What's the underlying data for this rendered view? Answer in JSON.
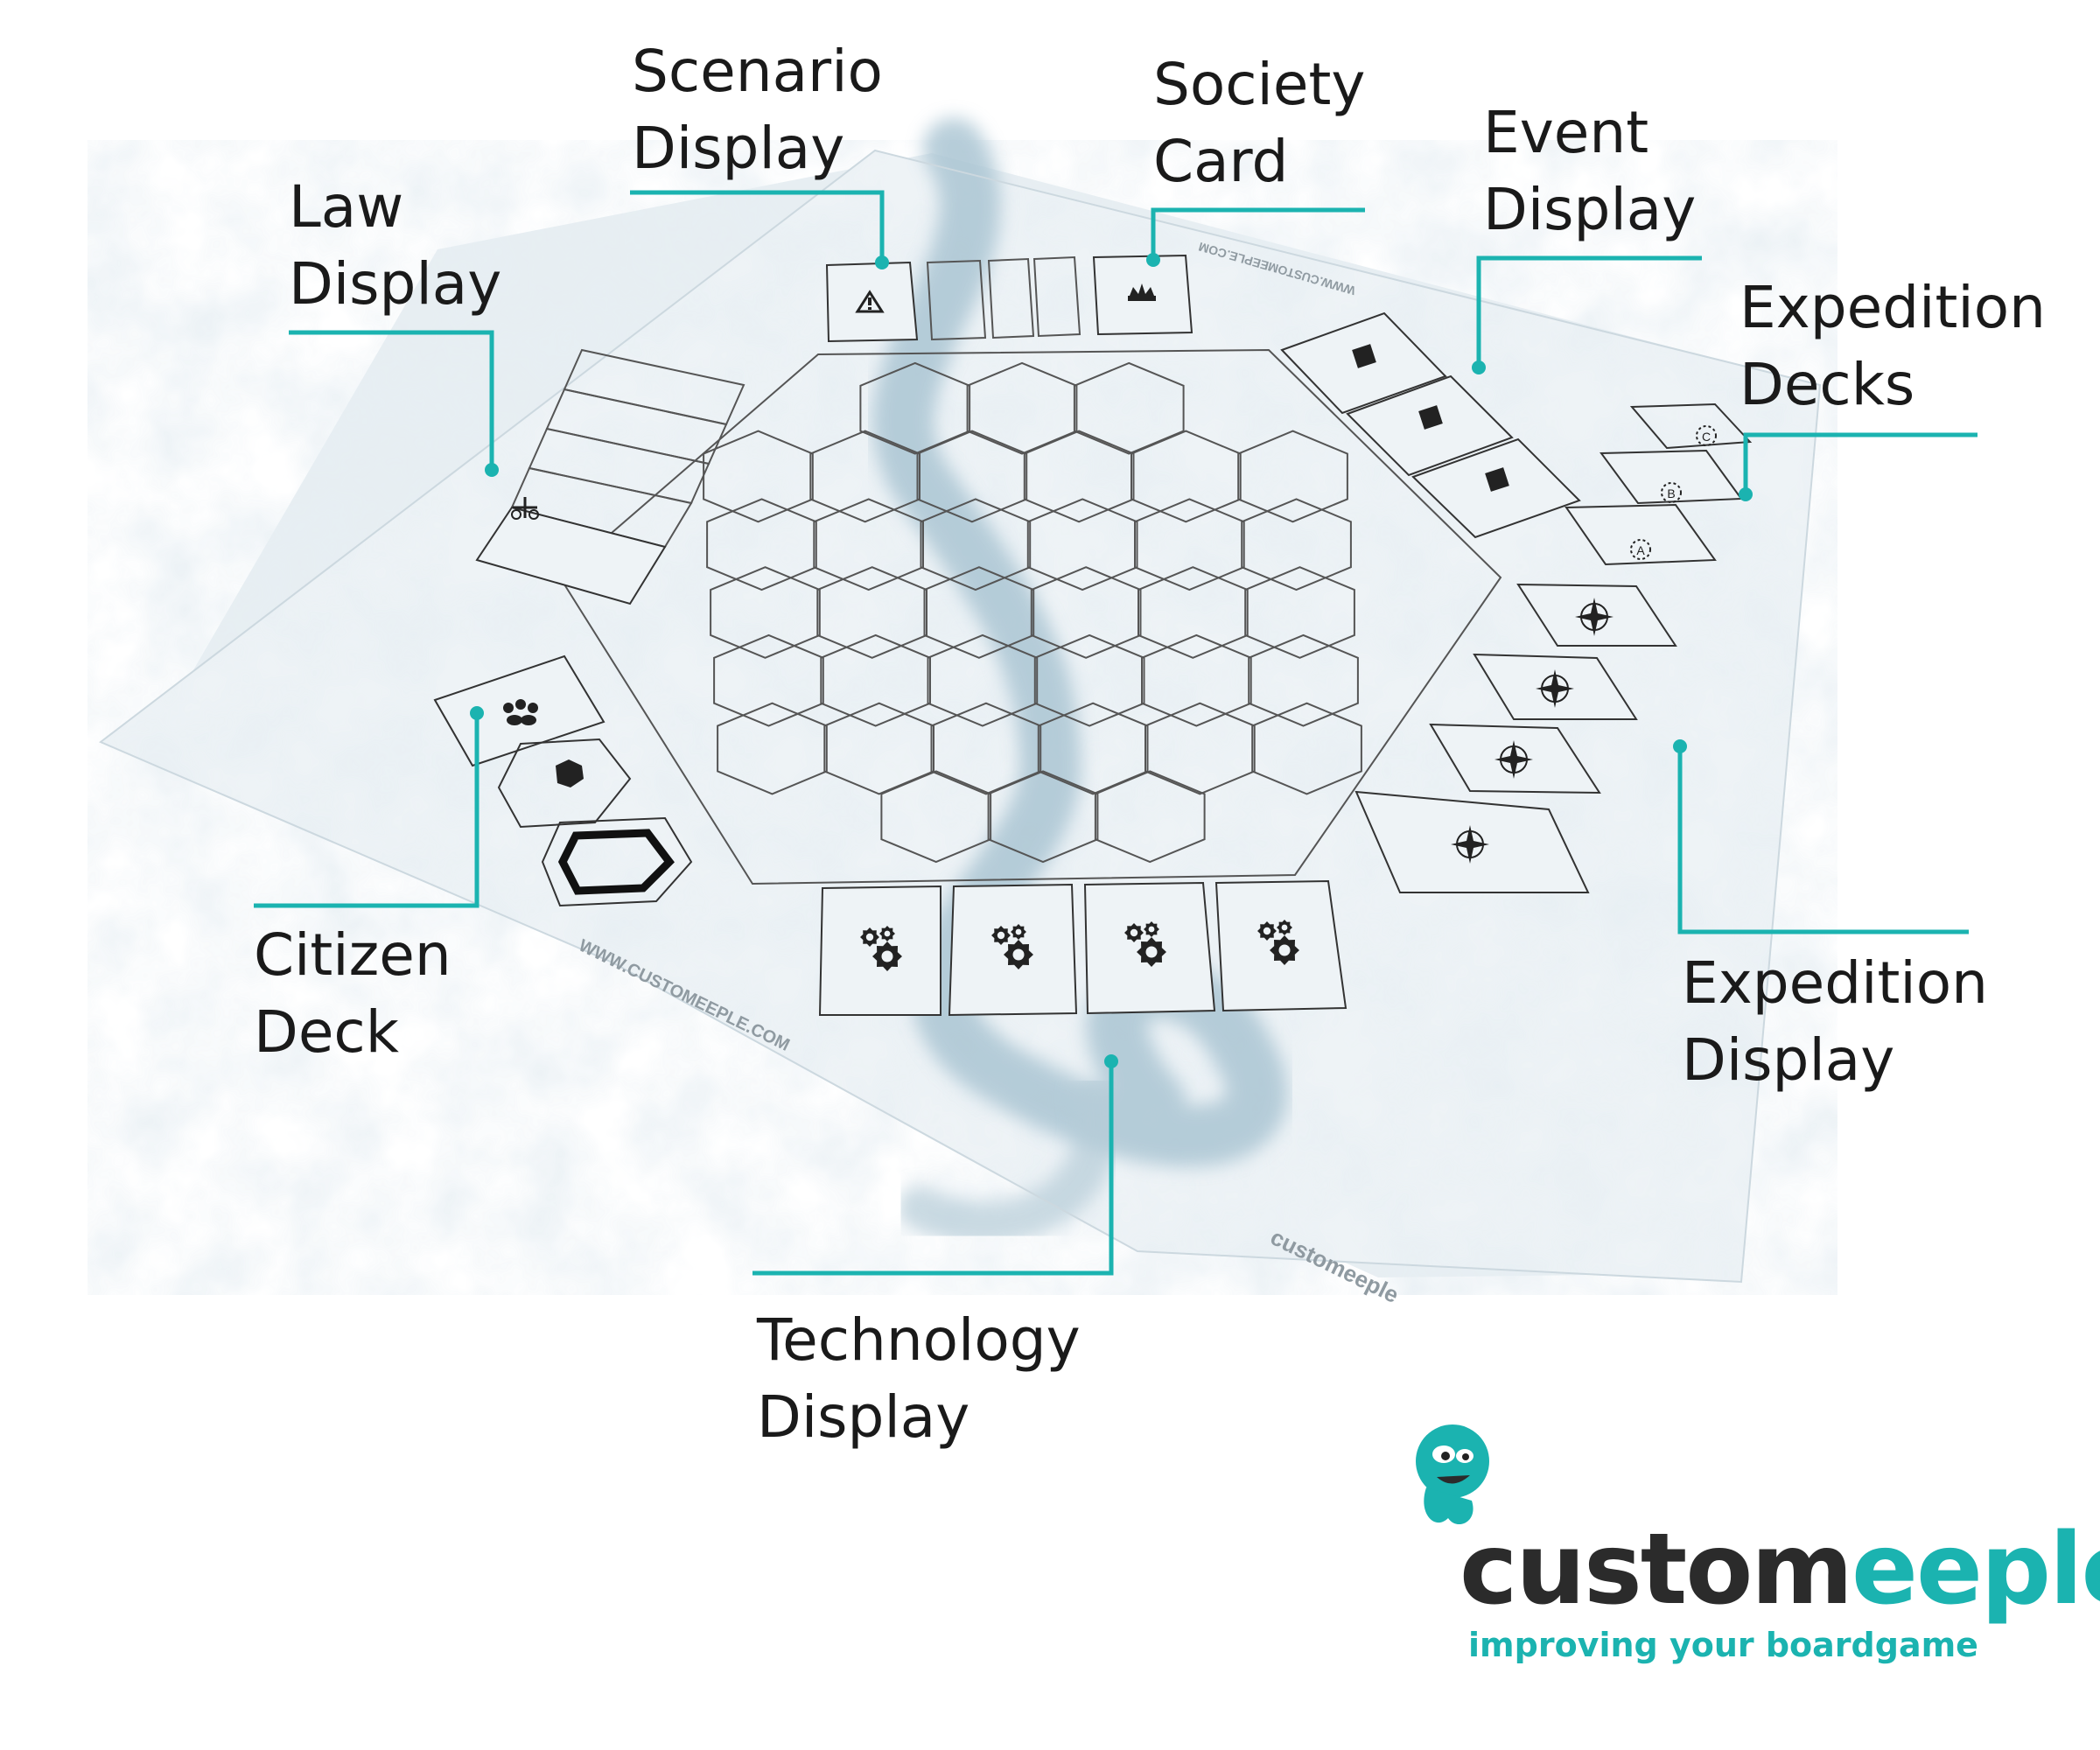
{
  "labels": {
    "scenario_display": [
      "Scenario",
      "Display"
    ],
    "society_card": [
      "Society",
      "Card"
    ],
    "event_display": [
      "Event",
      "Display"
    ],
    "law_display": [
      "Law",
      "Display"
    ],
    "expedition_decks": [
      "Expedition",
      "Decks"
    ],
    "citizen_deck": [
      "Citizen",
      "Deck"
    ],
    "expedition_display": [
      "Expedition",
      "Display"
    ],
    "technology_display": [
      "Technology",
      "Display"
    ]
  },
  "board": {
    "watermark_url": "WWW.CUSTOMEEPLE.COM",
    "watermark_brand": "customeeple",
    "deck_letters": [
      "C",
      "B",
      "A"
    ]
  },
  "brand": {
    "word_dark": "custom",
    "word_teal": "eeple",
    "tagline": "improving your boardgame"
  },
  "colors": {
    "accent": "#1bb3b0",
    "text": "#1a1a1a",
    "ice": "#dfe9ef",
    "river": "#9cbccb"
  },
  "icons": {
    "scenario": "alert-icon",
    "society": "crown-icon",
    "event": "event-icon",
    "law": "law-icon",
    "citizen": "people-icon",
    "expedition": "compass-icon",
    "technology": "gears-icon"
  }
}
